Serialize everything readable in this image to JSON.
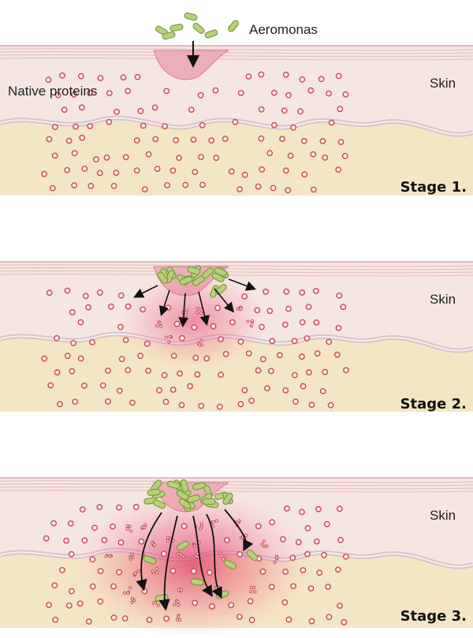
{
  "labels": {
    "bacteria": "Aeromonas",
    "proteins": "Native proteins",
    "skin": "Skin"
  },
  "stages": [
    {
      "id": 1,
      "label": "Stage 1."
    },
    {
      "id": 2,
      "label": "Stage 2."
    },
    {
      "id": 3,
      "label": "Stage 3."
    }
  ],
  "colors": {
    "skin_outer": "#f6e6e2",
    "skin_inner": "#f7ecd6",
    "dermis": "#f4e6c4",
    "protein_ring": "#c44a52",
    "protein_fill": "#fbe9e6",
    "bacteria_fill": "#b7d07a",
    "bacteria_stroke": "#7c9b3c",
    "wound": "#ecaeb8",
    "degradation_glow": "#e8416a"
  }
}
